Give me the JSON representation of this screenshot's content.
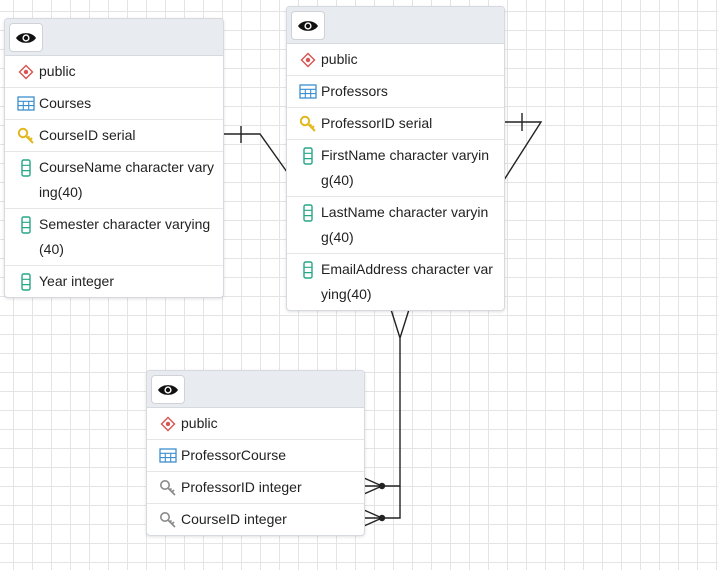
{
  "tables": {
    "courses": {
      "schema": "public",
      "name": "Courses",
      "columns": [
        {
          "text": "CourseID serial",
          "kind": "primary-key"
        },
        {
          "text": "CourseName character varying(40)",
          "kind": "column"
        },
        {
          "text": "Semester character varying (40)",
          "kind": "column"
        },
        {
          "text": "Year integer",
          "kind": "column"
        }
      ]
    },
    "professors": {
      "schema": "public",
      "name": "Professors",
      "columns": [
        {
          "text": "ProfessorID serial",
          "kind": "primary-key"
        },
        {
          "text": "FirstName character varying(40)",
          "kind": "column"
        },
        {
          "text": "LastName character varying(40)",
          "kind": "column"
        },
        {
          "text": "EmailAddress character varying(40)",
          "kind": "column"
        }
      ]
    },
    "professor_course": {
      "schema": "public",
      "name": "ProfessorCourse",
      "columns": [
        {
          "text": "ProfessorID integer",
          "kind": "foreign-key"
        },
        {
          "text": "CourseID integer",
          "kind": "foreign-key"
        }
      ]
    }
  },
  "relationships": [
    {
      "from": "Courses.CourseID",
      "to": "ProfessorCourse.CourseID",
      "cardinality": "one-to-many"
    },
    {
      "from": "Professors.ProfessorID",
      "to": "ProfessorCourse.ProfessorID",
      "cardinality": "one-to-many"
    }
  ],
  "colors": {
    "grid": "#e4e4e4",
    "header": "#e8ebef",
    "schema_icon": "#d9534f",
    "table_icon": "#3b8fd0",
    "primary_key_icon": "#e2b71c",
    "foreign_key_icon": "#8a8a8a",
    "column_icon": "#27a687",
    "link": "#222222"
  },
  "icons": {
    "header": "eye-icon",
    "schema": "schema-diamond-icon",
    "table": "table-grid-icon",
    "primary-key": "primary-key-icon",
    "foreign-key": "foreign-key-icon",
    "column": "column-icon"
  }
}
